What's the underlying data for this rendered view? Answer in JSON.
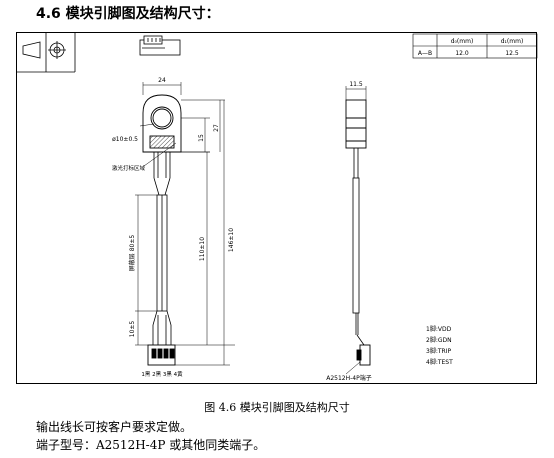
{
  "section_title": "4.6 模块引脚图及结构尺寸：",
  "table": {
    "headers": [
      "",
      "d₀(mm)",
      "d₁(mm)"
    ],
    "rows": [
      [
        "A—B",
        "12.0",
        "12.5"
      ]
    ]
  },
  "dimensions": {
    "width": "24",
    "hole": "ø10±0.5",
    "d15": "15",
    "d27": "27",
    "total": "146±10",
    "cable": "110±10",
    "shield": "屏蔽层 80±5",
    "lead": "10±5",
    "side_width": "11.5"
  },
  "labels": {
    "laser_mark": "激光打标区域",
    "connector": "A2512H-4P端子",
    "pin_order": "1黑 2黑 3黑 4黄"
  },
  "pins": [
    "1脚:VDD",
    "2脚:GDN",
    "3脚:TRIP",
    "4脚:TEST"
  ],
  "caption": "图 4.6 模块引脚图及结构尺寸",
  "notes": [
    "输出线长可按客户要求定做。",
    "端子型号：A2512H-4P 或其他同类端子。"
  ]
}
